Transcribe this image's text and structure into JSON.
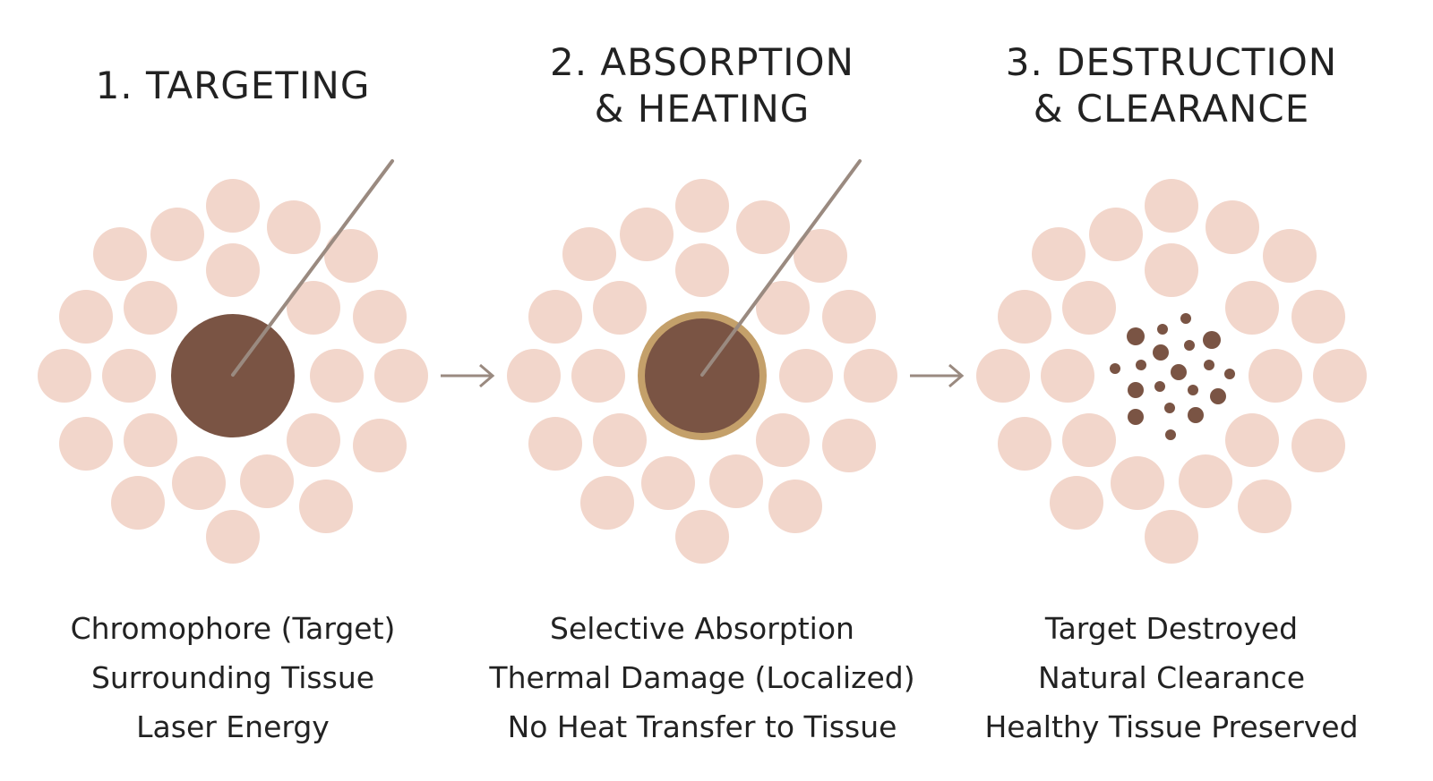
{
  "steps": [
    {
      "title_lines": [
        "1. TARGETING"
      ],
      "caption": [
        "Chromophore (Target)",
        "Surrounding Tissue",
        "Laser Energy"
      ]
    },
    {
      "title_lines": [
        "2. ABSORPTION",
        "& HEATING"
      ],
      "caption": [
        "Selective Absorption",
        "Thermal Damage (Localized)",
        "No Heat Transfer to Tissue"
      ]
    },
    {
      "title_lines": [
        "3. DESTRUCTION",
        "& CLEARANCE"
      ],
      "caption": [
        "Target Destroyed",
        "Natural Clearance",
        "Healthy Tissue Preserved"
      ]
    }
  ],
  "colors": {
    "tissue": "#f2d6cb",
    "target": "#7a5444",
    "heat_ring": "#c4a06a",
    "laser": "#9a8a80",
    "arrow": "#9a8a80"
  }
}
